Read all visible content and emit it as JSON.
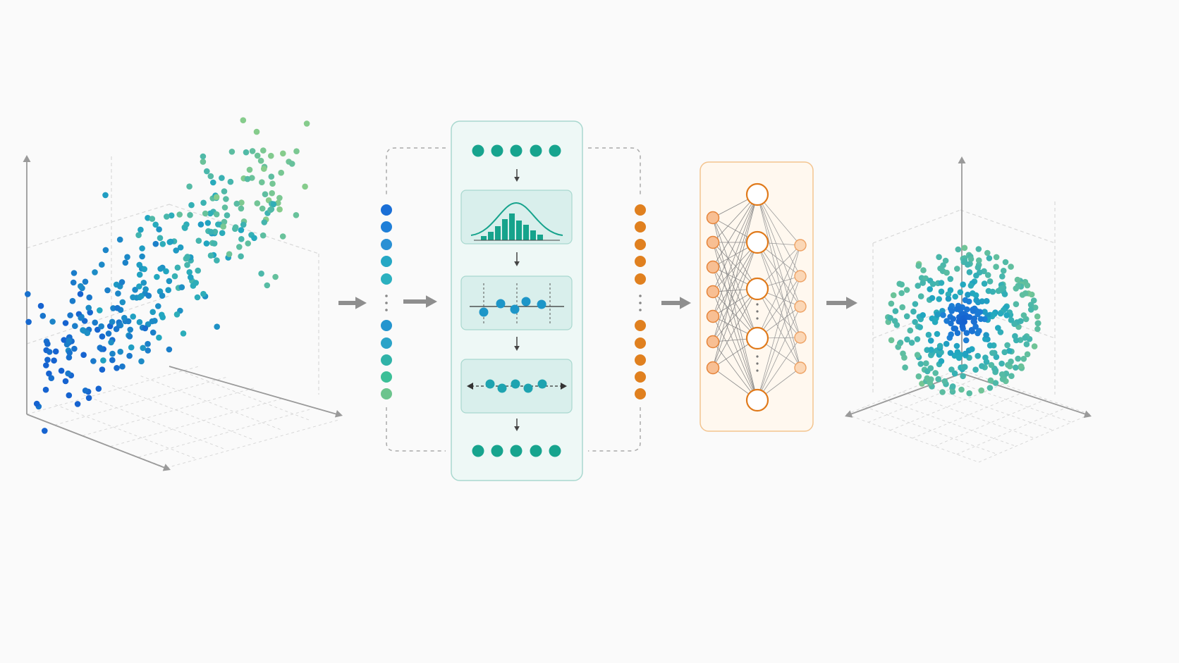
{
  "diagram": {
    "stages": [
      {
        "id": "input-scatter",
        "kind": "3d-scatter",
        "shape": "elongated-diagonal-cloud"
      },
      {
        "id": "input-vector",
        "kind": "vector",
        "colors": [
          "#1a6fd6",
          "#1f7fd8",
          "#2a90d4",
          "#25a7c4",
          "#2bb0bf",
          "#2495cf",
          "#2ba3c8",
          "#30b3a8",
          "#3cbf97",
          "#6cc48d"
        ]
      },
      {
        "id": "normalization-block",
        "kind": "pipeline",
        "steps": [
          "input-nodes",
          "histogram-bell-curve",
          "centering",
          "scaling",
          "output-nodes"
        ]
      },
      {
        "id": "output-vector",
        "kind": "vector",
        "colors": [
          "#e0801f"
        ]
      },
      {
        "id": "neural-network",
        "kind": "mlp",
        "layers": [
          7,
          5,
          5
        ]
      },
      {
        "id": "output-scatter",
        "kind": "3d-scatter",
        "shape": "spherical-cloud"
      }
    ],
    "colors": {
      "blue": "#1867d2",
      "teal": "#1aa898",
      "green": "#7cc98e",
      "orange": "#e07a1b",
      "orange_light": "#f6c79c",
      "panel_teal_bg": "#eef8f6",
      "panel_teal_border": "#a9d8cf",
      "panel_orange_bg": "#fff8ef",
      "panel_orange_border": "#f3c48f",
      "arrow_gray": "#8e8e8e",
      "axis_gray": "#9a9a9a",
      "grid_gray": "#d8d8d8"
    },
    "icons": [
      "right-arrow-icon",
      "down-arrow-icon",
      "bell-curve-icon",
      "double-arrow-icon"
    ]
  }
}
